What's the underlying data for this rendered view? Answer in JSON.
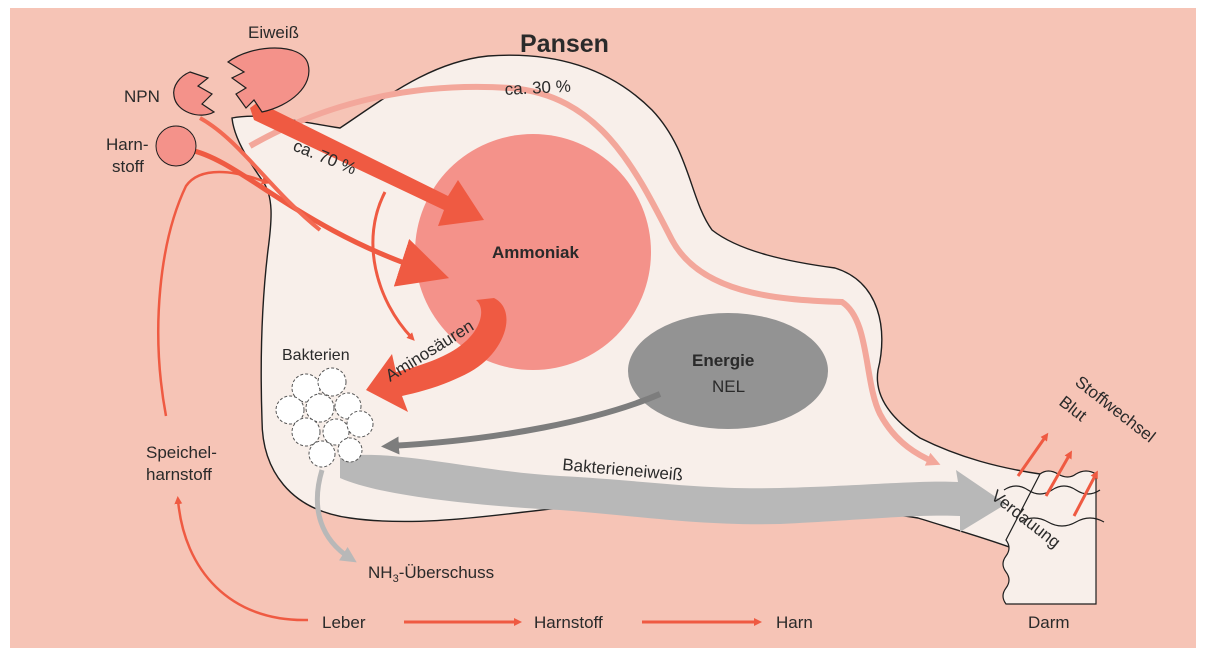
{
  "labels": {
    "title": "Pansen",
    "eiweiss": "Eiweiß",
    "npn": "NPN",
    "harnstoff_line1": "Harn-",
    "harnstoff_line2": "stoff",
    "pct_30": "ca. 30 %",
    "pct_70": "ca. 70 %",
    "ammoniak": "Ammoniak",
    "aminosaeuren": "Aminosäuren",
    "bakterien": "Bakterien",
    "energie": "Energie",
    "nel": "NEL",
    "bakterieneiweiss": "Bakterieneiweiß",
    "nh3_prefix": "NH",
    "nh3_sub": "3",
    "nh3_suffix": "-Überschuss",
    "speichel_line1": "Speichel-",
    "speichel_line2": "harnstoff",
    "leber": "Leber",
    "harnstoff_bottom": "Harnstoff",
    "harn": "Harn",
    "darm": "Darm",
    "verdauung": "Verdauung",
    "blut": "Blut",
    "stoffwechsel": "Stoffwechsel"
  },
  "colors": {
    "background": "#f6c4b6",
    "rumen_fill": "#f8efea",
    "ammoniak_fill": "#f4928a",
    "red_arrow": "#ef5a42",
    "light_arrow": "#f3a79b",
    "gray_arrow": "#b8b8b8",
    "dark_gray": "#8a8a8a",
    "energie_fill": "#939393",
    "outline": "#1f1f1f"
  }
}
